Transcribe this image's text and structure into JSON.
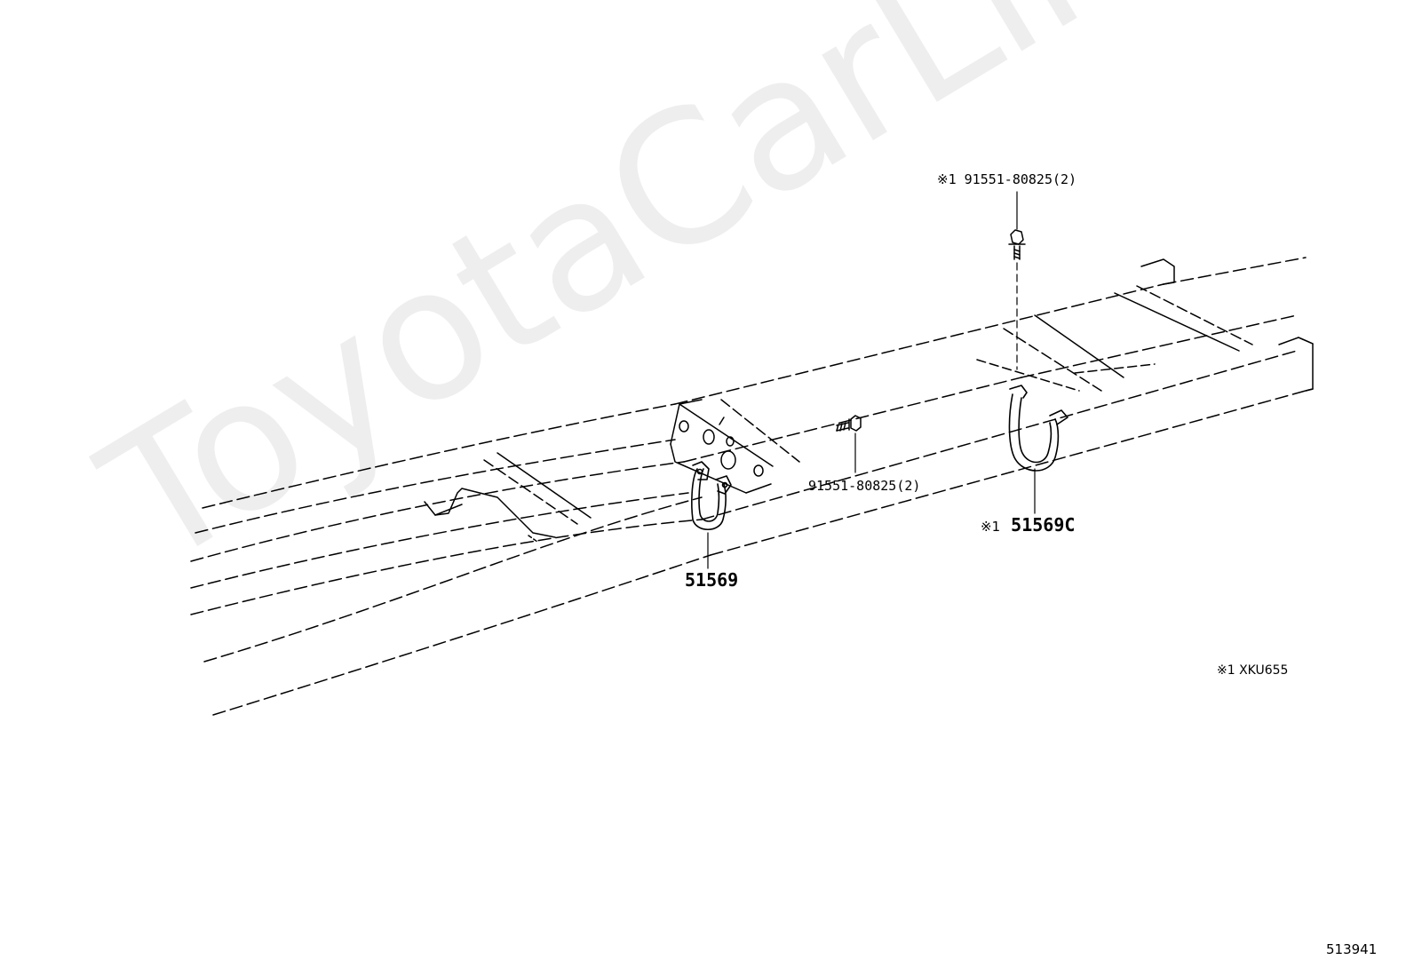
{
  "watermark": "ToyotaCarLine.ru",
  "callouts": {
    "bolt_top": {
      "mark": "※1",
      "part": "91551-80825(2)"
    },
    "bolt_mid": {
      "part": "91551-80825(2)"
    },
    "bracket_left": {
      "part": "51569"
    },
    "bracket_right": {
      "mark": "※1",
      "part": "51569C"
    }
  },
  "legend": {
    "note": "※1 XKU655"
  },
  "diagram_id": "513941"
}
